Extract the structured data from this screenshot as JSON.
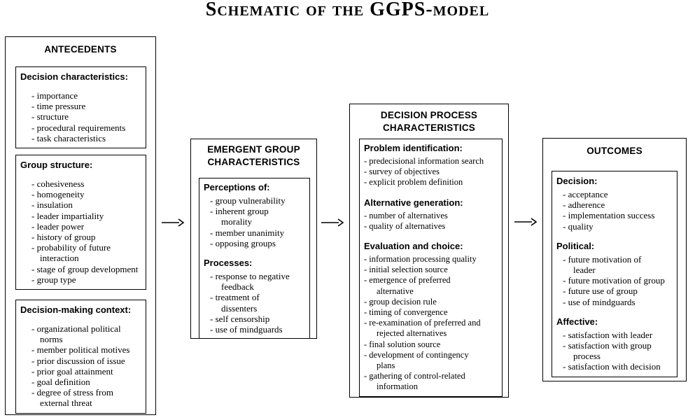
{
  "title": "Schematic of the GGPS-model",
  "colors": {
    "ink": "#000000",
    "background": "#ffffff"
  },
  "antecedents": {
    "heading": "ANTECEDENTS",
    "decision_characteristics": {
      "heading": "Decision characteristics:",
      "items": [
        "- importance",
        "- time pressure",
        "- structure",
        "- procedural requirements",
        "- task characteristics"
      ]
    },
    "group_structure": {
      "heading": "Group structure:",
      "items": [
        "- cohesiveness",
        "- homogeneity",
        "- insulation",
        "- leader impartiality",
        "- leader power",
        "- history of group",
        "- probability of future\ninteraction",
        "- stage of group development",
        "- group type"
      ]
    },
    "decision_making_context": {
      "heading": "Decision-making context:",
      "items": [
        "- organizational political\nnorms",
        "- member political motives",
        "- prior discussion of issue",
        "- prior goal attainment",
        "- goal definition",
        "- degree of stress from\nexternal threat"
      ]
    }
  },
  "emergent_group": {
    "heading": "EMERGENT GROUP\nCHARACTERISTICS",
    "perceptions": {
      "heading": "Perceptions of:",
      "items": [
        "- group vulnerability",
        "- inherent group\nmorality",
        "- member unanimity",
        "- opposing groups"
      ]
    },
    "processes": {
      "heading": "Processes:",
      "items": [
        "- response to negative\nfeedback",
        "- treatment of\ndissenters",
        "- self censorship",
        "- use of mindguards"
      ]
    }
  },
  "decision_process": {
    "heading": "DECISION PROCESS\nCHARACTERISTICS",
    "problem_identification": {
      "heading": "Problem identification:",
      "items": [
        "- predecisional information search",
        "- survey of objectives",
        "- explicit problem definition"
      ]
    },
    "alternative_generation": {
      "heading": "Alternative generation:",
      "items": [
        "- number of alternatives",
        "- quality of alternatives"
      ]
    },
    "evaluation_and_choice": {
      "heading": "Evaluation and choice:",
      "items": [
        "- information processing quality",
        "- initial selection source",
        "- emergence of preferred\nalternative",
        "- group decision rule",
        "- timing of convergence",
        "- re-examination of preferred and\nrejected alternatives",
        "- final solution source",
        "- development of contingency\nplans",
        "- gathering of control-related\ninformation"
      ]
    }
  },
  "outcomes": {
    "heading": "OUTCOMES",
    "decision": {
      "heading": "Decision:",
      "items": [
        "- acceptance",
        "- adherence",
        "- implementation success",
        "- quality"
      ]
    },
    "political": {
      "heading": "Political:",
      "items": [
        "- future motivation of\nleader",
        "- future motivation of group",
        "- future use of group",
        "- use of mindguards"
      ]
    },
    "affective": {
      "heading": "Affective:",
      "items": [
        "- satisfaction with leader",
        "- satisfaction with group\nprocess",
        "- satisfaction with decision"
      ]
    }
  }
}
